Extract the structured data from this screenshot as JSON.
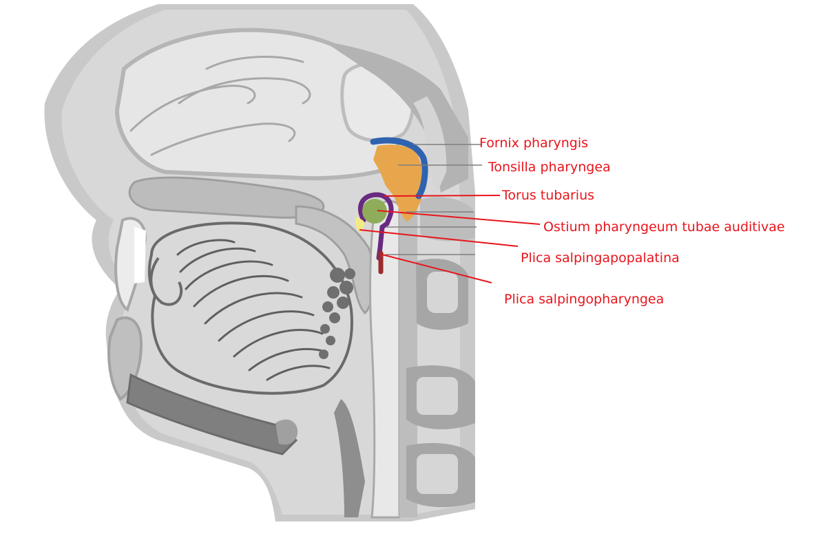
{
  "diagram": {
    "labels": [
      {
        "id": "fornix",
        "text": "Fornix pharyngis",
        "color": "#2f63b0"
      },
      {
        "id": "tonsilla",
        "text": "Tonsilla pharyngea",
        "color": "#e8a64c"
      },
      {
        "id": "torus",
        "text": "Torus tubarius",
        "color": "#6a2a80"
      },
      {
        "id": "ostium",
        "text": "Ostium pharyngeum tubae auditivae",
        "color": "#8fac5a"
      },
      {
        "id": "plica-salpingopalatina",
        "text": "Plica salpingapopalatina",
        "color": "#f4ea85"
      },
      {
        "id": "plica-salpingopharyngea",
        "text": "Plica salpingopharyngea",
        "color": "#9a2c2c"
      }
    ],
    "label_color": "#e8141b"
  }
}
